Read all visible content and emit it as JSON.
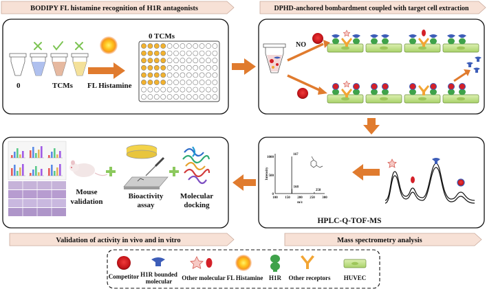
{
  "steps": {
    "step1_title": "BODIPY FL histamine recognition of H1R antagonists",
    "step2_title": "DPHD-anchored bombardment coupled with target cell extraction",
    "step3_title": "Mass spectrometry analysis",
    "step4_title": "Validation of activity in vivo and in vitro"
  },
  "panel1": {
    "label_zero": "0",
    "label_tcms": "TCMs",
    "label_fl_histamine": "FL Histamine",
    "plate_label": "0 TCMs"
  },
  "panel2": {
    "label_no": "NO"
  },
  "panel3": {
    "ms_title": "HPLC-Q-TOF-MS",
    "y_axis_label": "Intensity",
    "x_axis_label": "m/z",
    "y_tick_1000": "1000",
    "y_tick_500": "500",
    "y_tick_0": "0",
    "x_tick_100": "100",
    "x_tick_150": "150",
    "x_tick_200": "200",
    "x_tick_250": "250",
    "x_tick_300": "300",
    "peak_label_167": "167",
    "peak_label_168": "168",
    "peak_label_258": "258"
  },
  "panel4": {
    "mouse_label_1": "Mouse",
    "mouse_label_2": "validation",
    "bio_label_1": "Bioactivity",
    "bio_label_2": "assay",
    "dock_label_1": "Molecular",
    "dock_label_2": "docking"
  },
  "legend": {
    "competitor": "Competitor",
    "h1r_bounded_1": "H1R bounded",
    "h1r_bounded_2": "molecular",
    "other_molecular": "Other molecular",
    "fl_histamine": "FL Histamine",
    "h1r": "H1R",
    "other_receptors": "Other receptors",
    "huvec": "HUVEC"
  },
  "colors": {
    "arrow": "#E07B2E",
    "title_banner": "#F7E1D6",
    "cell": "#BFE08A",
    "receptor": "#3FA24A",
    "bound": "#3D5DB8",
    "competitor": "#D42028",
    "other_receptor": "#F2A534",
    "well_filled": "#F2B22F",
    "check": "#7DC454"
  }
}
